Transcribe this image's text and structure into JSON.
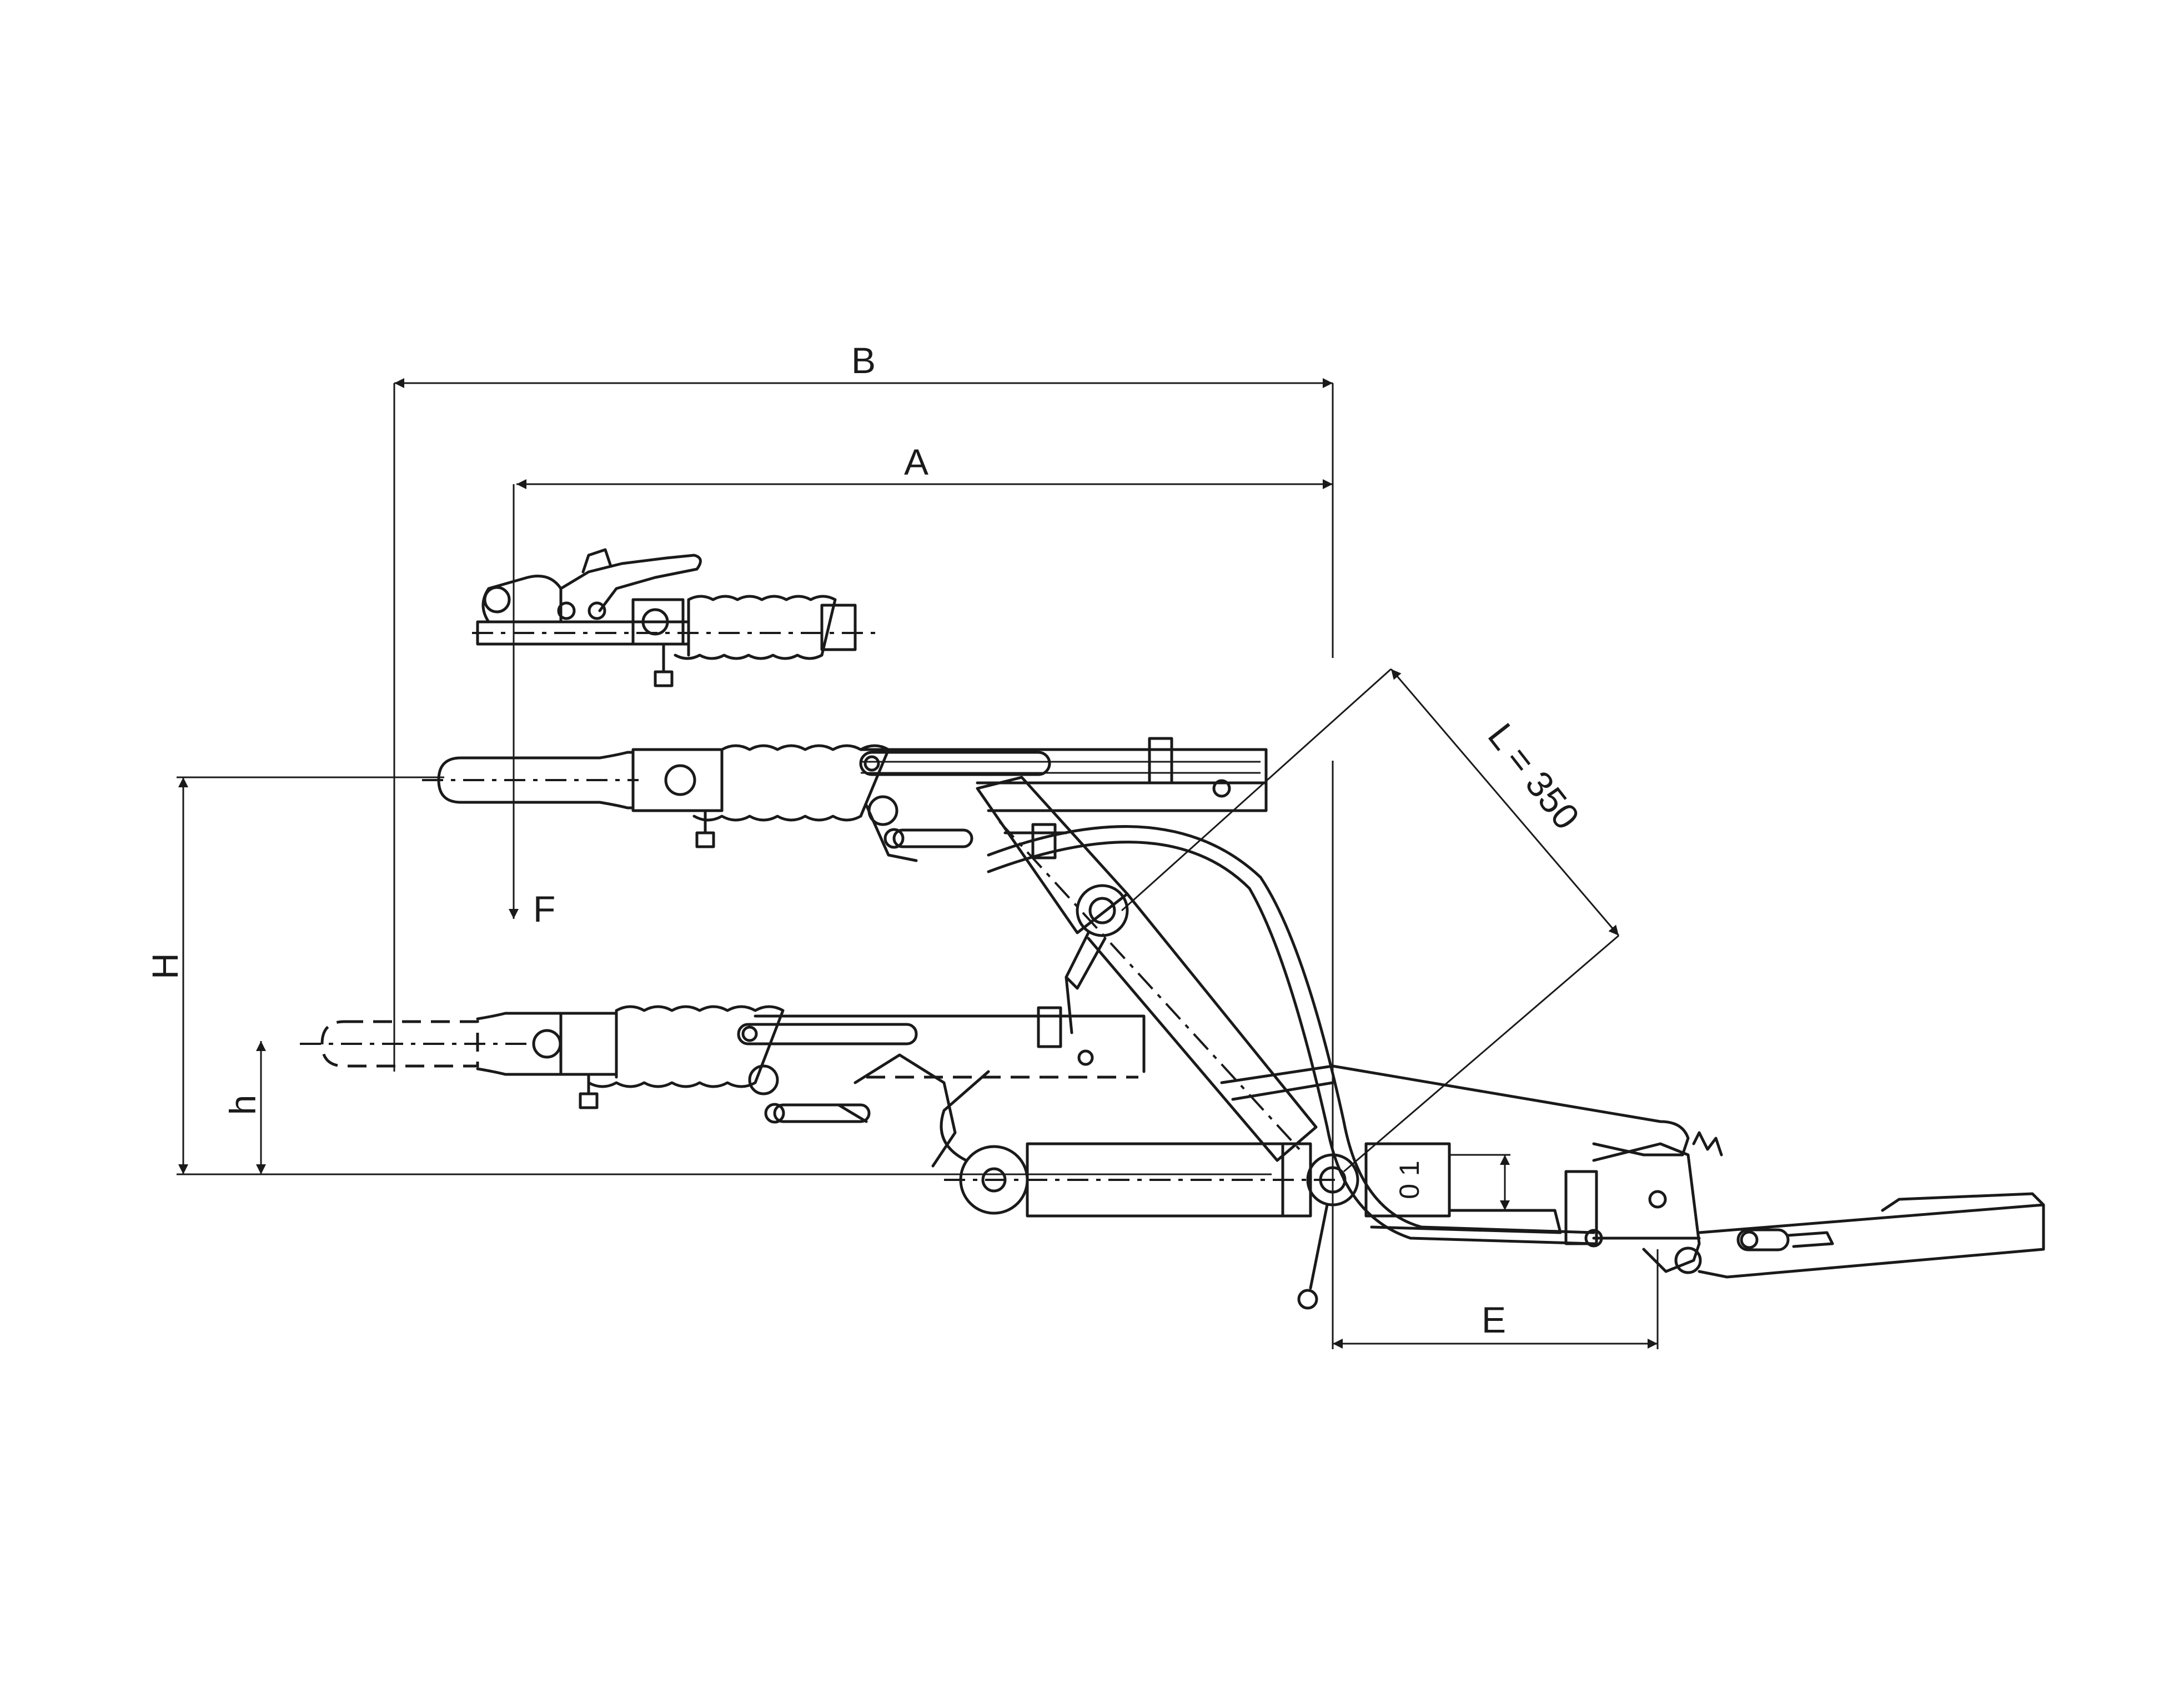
{
  "dimensions": {
    "B": "B",
    "A": "A",
    "H": "H",
    "h": "h",
    "E": "E",
    "L": "L = 350",
    "F": "F"
  },
  "markings": {
    "hub_label": "0 1"
  }
}
